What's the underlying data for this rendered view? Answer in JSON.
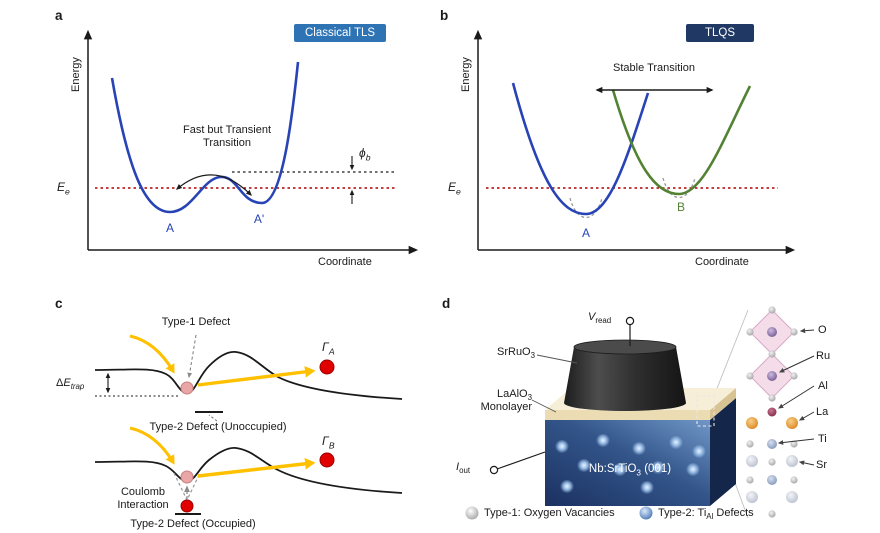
{
  "colors": {
    "curve_blue": "#2843b5",
    "curve_green": "#548235",
    "energy_level_red": "#b00000",
    "badge_a_bg": "#2e74b5",
    "badge_b_bg": "#203864",
    "arrow_yellow": "#ffc000",
    "defect_red": "#e00000",
    "defect_pink": "#eaa6a6",
    "substrate_blue": "#33558a",
    "monolayer_cream": "#ecdcb4"
  },
  "panel_a": {
    "label": "a",
    "badge": "Classical TLS",
    "y_axis": "Energy",
    "x_axis": "Coordinate",
    "energy_level": {
      "main": "E",
      "sub": "e"
    },
    "annotation_line1": "Fast but Transient",
    "annotation_line2": "Transition",
    "barrier": {
      "main": "ϕ",
      "sub": "b"
    },
    "well_left": "A",
    "well_right": "A'"
  },
  "panel_b": {
    "label": "b",
    "badge": "TLQS",
    "y_axis": "Energy",
    "x_axis": "Coordinate",
    "energy_level": {
      "main": "E",
      "sub": "e"
    },
    "annotation": "Stable Transition",
    "well_left": "A",
    "well_right": "B"
  },
  "panel_c": {
    "label": "c",
    "type1_defect": "Type-1 Defect",
    "trap": {
      "delta": "Δ",
      "main": "E",
      "sub": "trap"
    },
    "gamma_a": {
      "main": "Γ",
      "sub": "A"
    },
    "type2_unoccupied": "Type-2 Defect (Unoccupied)",
    "coulomb_line1": "Coulomb",
    "coulomb_line2": "Interaction",
    "gamma_b": {
      "main": "Γ",
      "sub": "B"
    },
    "type2_occupied": "Type-2 Defect (Occupied)"
  },
  "panel_d": {
    "label": "d",
    "v_read": {
      "main": "V",
      "sub": "read"
    },
    "electrode": {
      "main": "SrRuO",
      "sub": "3"
    },
    "monolayer_line1": {
      "main": "LaAlO",
      "sub": "3"
    },
    "monolayer_line2": "Monolayer",
    "substrate": {
      "main": "Nb:SrTiO",
      "sub": "3",
      "suffix": " (001)"
    },
    "i_out": {
      "main": "I",
      "sub": "out"
    },
    "atoms": [
      "O",
      "Ru",
      "Al",
      "La",
      "Ti",
      "Sr"
    ],
    "legend_type1": "Type-1: Oxygen Vacancies",
    "legend_type2": {
      "prefix": "Type-2: Ti",
      "sub": "Al",
      "suffix": " Defects"
    }
  }
}
